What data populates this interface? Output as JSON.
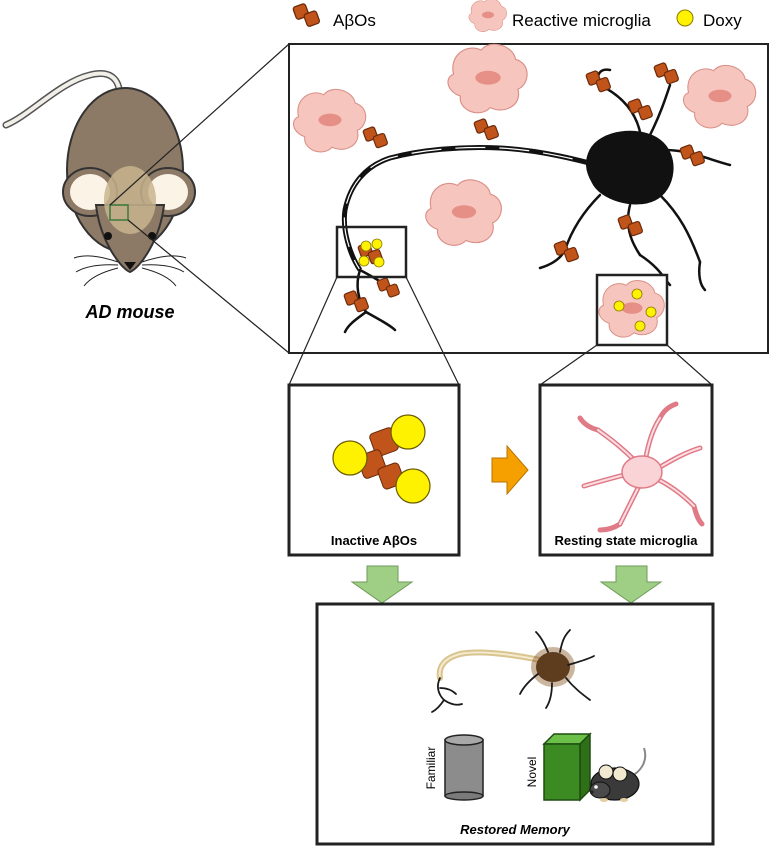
{
  "legend": {
    "aggregates": "AβOs",
    "microglia": "Reactive microglia",
    "drug": "Doxy"
  },
  "mouse_label": "AD mouse",
  "panels": {
    "inactive_label": "Inactive AβOs",
    "resting_label": "Resting state microglia",
    "memory_label": "Restored Memory",
    "familiar_label": "Familiar",
    "novel_label": "Novel"
  },
  "colors": {
    "aggregate": "#c0541a",
    "aggregate_stroke": "#6b2a0a",
    "microglia_fill": "#f6c5bd",
    "microglia_nucleus": "#e58f86",
    "drug_fill": "#fff200",
    "drug_stroke": "#8a7a00",
    "arrow_orange": "#f6a000",
    "arrow_green": "#9fcf85",
    "mouse_body": "#8d7a66",
    "cylinder": "#8c8c8c",
    "box_green": "#3b8a22"
  }
}
